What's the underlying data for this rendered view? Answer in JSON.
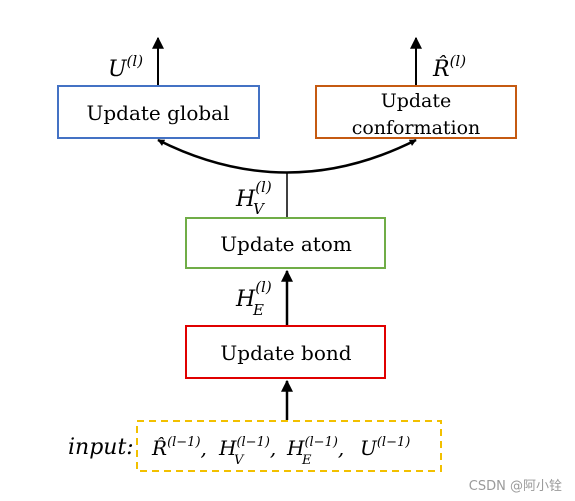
{
  "diagram": {
    "boxes": {
      "update_global": {
        "label": "Update global",
        "color": "#4472C4"
      },
      "update_conformation": {
        "label_line1": "Update",
        "label_line2": "conformation",
        "color": "#C55A11"
      },
      "update_atom": {
        "label": "Update atom",
        "color": "#70AD47"
      },
      "update_bond": {
        "label": "Update bond",
        "color": "#E00000"
      },
      "input": {
        "color": "#F2C000"
      }
    },
    "outputs": {
      "global": {
        "symbol": "U",
        "superscript": "(l)"
      },
      "conformation": {
        "symbol": "R̂",
        "superscript": "(l)"
      }
    },
    "edges": {
      "hv": {
        "symbol": "H",
        "subscript": "V",
        "superscript": "(l)"
      },
      "he": {
        "symbol": "H",
        "subscript": "E",
        "superscript": "(l)"
      }
    },
    "input": {
      "label": "input:",
      "r": "R̂",
      "r_sup": "(l−1)",
      "hv": "H",
      "hv_sub": "V",
      "hv_sup": "(l−1)",
      "he": "H",
      "he_sub": "E",
      "he_sup": "(l−1)",
      "u": "U",
      "u_sup": "(l−1)",
      "comma": ","
    },
    "watermark": "CSDN @阿小铨"
  }
}
